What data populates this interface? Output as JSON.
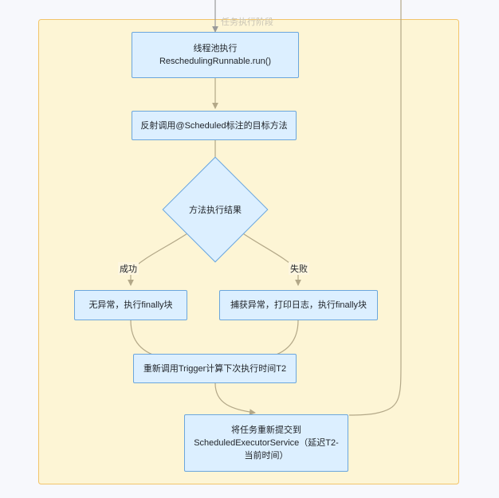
{
  "diagram": {
    "type": "flowchart",
    "cluster": {
      "title": "任务执行阶段",
      "fill": "#fdf5d5",
      "stroke": "#f2c46a"
    },
    "palette": {
      "background": "#f7f8fc",
      "node_fill": "#dcefff",
      "node_stroke": "#6aa6dd",
      "edge_stroke": "#b3a888",
      "text": "#1f2328",
      "title_text": "#c9c4b4"
    },
    "nodes": [
      {
        "id": "thread-pool-execute",
        "shape": "rect",
        "label": "线程池执行\nReschedulingRunnable.run()"
      },
      {
        "id": "reflect-invoke",
        "shape": "rect",
        "label": "反射调用@Scheduled标注的目标方法"
      },
      {
        "id": "method-result",
        "shape": "diamond",
        "label": "方法执行结果"
      },
      {
        "id": "no-exception",
        "shape": "rect",
        "label": "无异常，执行finally块"
      },
      {
        "id": "catch-exception",
        "shape": "rect",
        "label": "捕获异常，打印日志，执行finally块"
      },
      {
        "id": "recompute-trigger",
        "shape": "rect",
        "label": "重新调用Trigger计算下次执行时间T2"
      },
      {
        "id": "resubmit-task",
        "shape": "rect",
        "label": "将任务重新提交到\nScheduledExecutorService（延迟T2-当前时间）"
      }
    ],
    "edge_labels": {
      "success": "成功",
      "failure": "失败"
    }
  }
}
